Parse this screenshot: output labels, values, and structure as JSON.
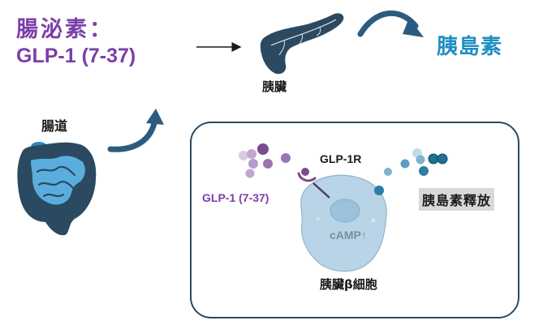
{
  "title": {
    "line1": "腸泌素：",
    "line2": "GLP-1 (7-37)"
  },
  "labels": {
    "pancreas": "胰臟",
    "insulin": "胰島素",
    "intestine": "腸道",
    "receptor": "GLP-1R",
    "peptide": "GLP-1 (7-37)",
    "camp": "cAMP↑",
    "insulin_release": "胰島素釋放",
    "beta_cell": "胰臟β細胞"
  },
  "colors": {
    "purple_text": "#7b3fa7",
    "insulin_blue": "#1e8fc1",
    "organ_navy": "#2b4a61",
    "cell_fill": "#b9d4e6",
    "nucleus_fill": "#9cc2db",
    "release_bg": "#d8d8d8",
    "glp1_dot_dark": "#7a4b8f",
    "insulin_dot": "#1f6f93"
  }
}
